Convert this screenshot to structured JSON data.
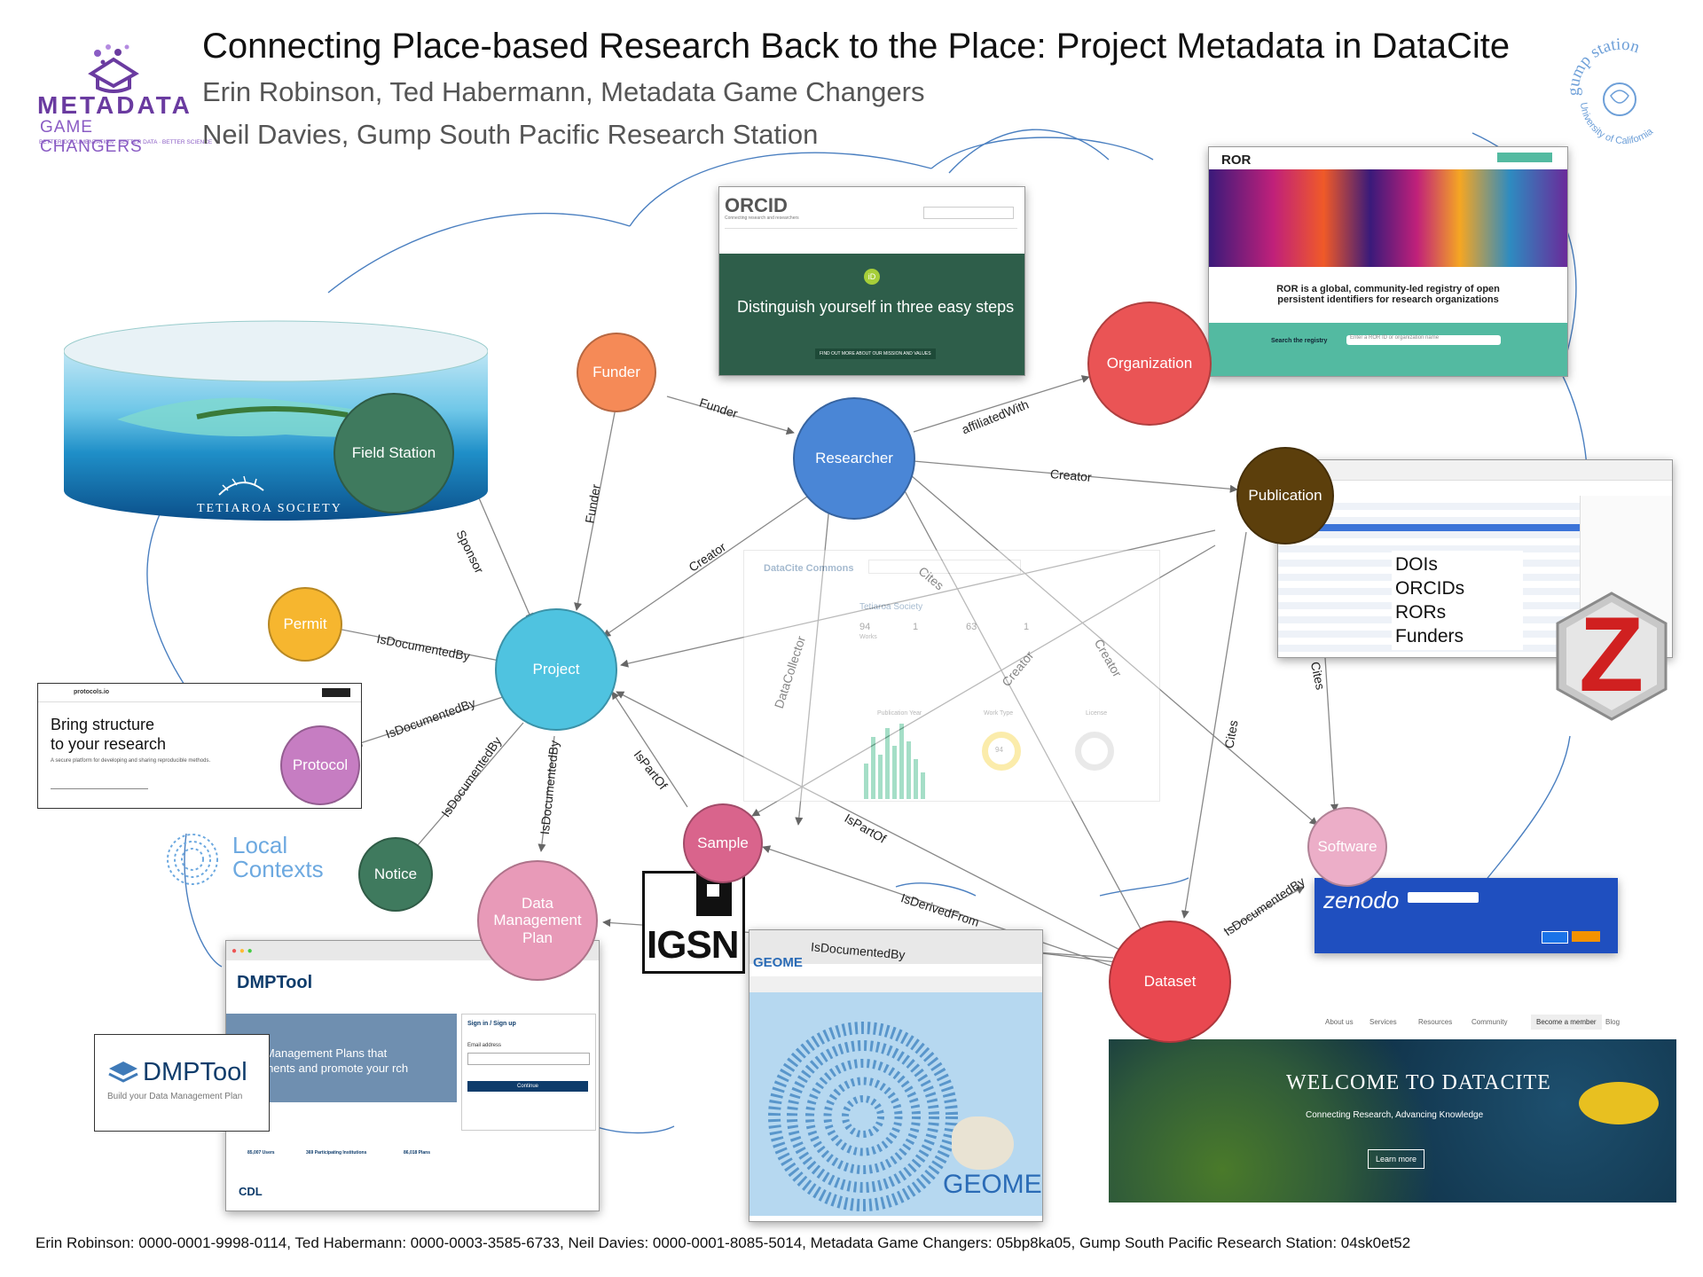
{
  "header": {
    "title": "Connecting Place-based Research Back to the Place: Project Metadata in DataCite",
    "authors_line1": "Erin Robinson, Ted Habermann, Metadata Game Changers",
    "authors_line2": "Neil Davies, Gump South Pacific Research Station"
  },
  "logos": {
    "mgc_line1": "METADATA",
    "mgc_line2": "GAME CHANGERS",
    "mgc_tagline": "BETTER DOCUMENTATION · BETTER DATA · BETTER SCIENCE",
    "gump_top": "gump station",
    "gump_bottom": "University of California",
    "tetiaroa": "TETIAROA SOCIETY",
    "local_contexts": "Local Contexts",
    "igsn": "IGSN",
    "zotero": "Z",
    "dmptool": "DMPTool",
    "dmptool_sub": "Build your Data Management Plan",
    "geome": "GEOME"
  },
  "nodes": {
    "field_station": "Field Station",
    "funder": "Funder",
    "researcher": "Researcher",
    "organization": "Organization",
    "publication": "Publication",
    "permit": "Permit",
    "project": "Project",
    "protocol": "Protocol",
    "notice": "Notice",
    "sample": "Sample",
    "software": "Software",
    "dmp": "Data Management Plan",
    "dataset": "Dataset"
  },
  "edges": {
    "funder1": "Funder",
    "funder2": "Funder",
    "affiliated": "affiliatedWith",
    "creator_pub": "Creator",
    "creator_proj": "Creator",
    "sponsor": "Sponsor",
    "isdoc_permit": "IsDocumentedBy",
    "isdoc_protocol": "IsDocumentedBy",
    "isdoc_notice": "IsDocumentedBy",
    "isdoc_dmp": "IsDocumentedBy",
    "ispartof_sample": "IsPartOf",
    "ispartof_dataset": "IsPartOf",
    "isderived": "IsDerivedFrom",
    "isdoc_geome": "IsDocumentedBy",
    "isdoc_software": "IsDocumentedBy",
    "cites_dataset": "Cites",
    "cites_software": "Cites",
    "cites_mid": "Cites",
    "creator_mid": "Creator",
    "creator_mid2": "Creator",
    "datacollector": "DataCollector"
  },
  "publication_list": [
    "DOIs",
    "ORCIDs",
    "RORs",
    "Funders"
  ],
  "screenshots": {
    "orcid_logo": "ORCID",
    "orcid_tag": "Connecting research and researchers",
    "orcid_headline": "Distinguish yourself in three easy steps",
    "orcid_cta": "FIND OUT MORE ABOUT OUR MISSION AND VALUES",
    "ror_logo": "ROR",
    "ror_headline": "ROR is a global, community-led registry of open persistent identifiers for research organizations",
    "ror_search_label": "Search the registry",
    "ror_search_ph": "Enter a ROR ID or organization name",
    "protocols_brand": "protocols.io",
    "protocols_headline1": "Bring structure",
    "protocols_headline2": "to your research",
    "protocols_sub": "A secure platform for developing and sharing reproducible methods.",
    "datacite_commons": "DataCite Commons",
    "tetiaroa_society": "Tetiaroa Society",
    "commons_works": "94",
    "commons_works_label": "Works",
    "commons_citations": "1",
    "commons_views": "63",
    "commons_downloads": "1",
    "commons_pub_year": "Publication Year",
    "commons_work_type": "Work Type",
    "commons_license": "License",
    "commons_count": "94",
    "zenodo": "zenodo",
    "datacite_welcome": "WELCOME TO DATACITE",
    "datacite_tag": "Connecting Research, Advancing Knowledge",
    "datacite_learn": "Learn more",
    "datacite_nav": [
      "About us",
      "Services",
      "Resources",
      "Community",
      "Become a member",
      "Blog"
    ],
    "dmp_headline": "e Data Management Plans that requirements and promote your rch",
    "dmp_signin": "Sign in / Sign up",
    "dmp_email": "Email address",
    "dmp_continue": "Continue",
    "dmp_users": "85,007 Users",
    "dmp_institutions": "369 Participating Institutions",
    "dmp_plans": "86,018 Plans",
    "cdl": "CDL"
  },
  "footer": "Erin Robinson: 0000-0001-9998-0114, Ted Habermann: 0000-0003-3585-6733, Neil Davies: 0000-0001-8085-5014, Metadata Game Changers: 05bp8ka05, Gump South Pacific Research Station: 04sk0et52",
  "colors": {
    "field_station": "#3f7a5e",
    "funder": "#f58a57",
    "researcher": "#4a86d6",
    "organization": "#ea5455",
    "publication": "#5c3f0c",
    "permit": "#f6b62f",
    "project": "#4fc3e0",
    "protocol": "#c67dc2",
    "notice": "#3f7a5e",
    "sample": "#d9648c",
    "software": "#ecaec8",
    "dmp": "#e89ab8",
    "dataset": "#e94850",
    "mgc_purple": "#6a3ba0"
  }
}
